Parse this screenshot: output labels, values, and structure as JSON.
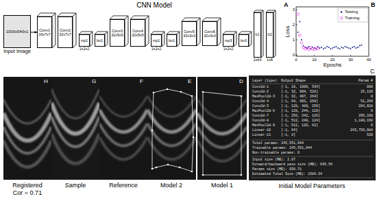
{
  "diagram": {
    "title": "CNN Model",
    "nodes": [
      {
        "text": [
          "1000x540x1",
          "Input Image"
        ]
      },
      {
        "text": [
          "Conv1",
          "16x7x7"
        ]
      },
      {
        "text": [
          "Conv2",
          "32x7x7"
        ]
      },
      {
        "text": [
          "mp1",
          "1x2x2"
        ]
      },
      {
        "text": [
          "bn1"
        ]
      },
      {
        "text": [
          "Conv3",
          "32x5x5"
        ]
      },
      {
        "text": [
          "Conv4",
          "32x5x5"
        ]
      },
      {
        "text": [
          "mp1",
          "1x2x2"
        ]
      },
      {
        "text": [
          "bn1"
        ]
      },
      {
        "text": [
          "Conv5",
          "32x3x3"
        ]
      },
      {
        "text": [
          "Conv6",
          "32x3x3"
        ]
      },
      {
        "text": [
          "mp3",
          "1x2x2"
        ]
      },
      {
        "text": [
          "bn3"
        ]
      },
      {
        "text": [
          "fc1",
          "1x64"
        ]
      },
      {
        "text": [
          "fc2",
          "1x8"
        ]
      }
    ],
    "edges": [
      {
        "from": 0,
        "to": 1,
        "arrow": "to"
      }
    ],
    "labels": [
      "A",
      "B",
      "Loss",
      "Epochs",
      "0",
      "1",
      "2",
      "3",
      "0",
      "10",
      "20",
      "30",
      "40",
      "C",
      "H",
      "G",
      "F",
      "E",
      "D",
      "Registered",
      "Cor = 0.71",
      "Sample",
      "Reference",
      "Model 2",
      "Model 1",
      "Initial Model Parameters",
      "Layer (type)",
      "Output Shape",
      "Param #",
      "Conv2d-1",
      "[-1, 16, 1000, 534]",
      "800",
      "Conv2d-2",
      "[-1, 32, 994, 528]",
      "25,120",
      "MaxPool2d-3",
      "[-1, 32, 497, 264]",
      "0",
      "Conv2d-4",
      "[-1, 64, 493, 260]",
      "51,264",
      "Conv2d-5",
      "[-1, 128, 489, 256]",
      "204,928",
      "MaxPool2d-6",
      "[-1, 128, 244, 128]",
      "0",
      "Conv2d-7",
      "[-1, 256, 242, 126]",
      "295,168",
      "Conv2d-8",
      "[-1, 512, 240, 124]",
      "1,180,160",
      "MaxPool2d-9",
      "[-1, 512, 120, 62]",
      "0",
      "Linear-10",
      "[-1, 64]",
      "243,793,984",
      "Linear-11",
      "[-1, 8]",
      "520",
      "Total params: 245,551,944",
      "Trainable params: 245,551,944",
      "Non-trainable params: 0",
      "Input size (MB): 2.07",
      "Forward/backward pass size (MB): 645.56",
      "Params size (MB): 936.71",
      "Estimated Total Size (MB): 1584.34"
    ],
    "legend": [
      {
        "text": "Testing"
      },
      {
        "text": "Training"
      }
    ]
  }
}
